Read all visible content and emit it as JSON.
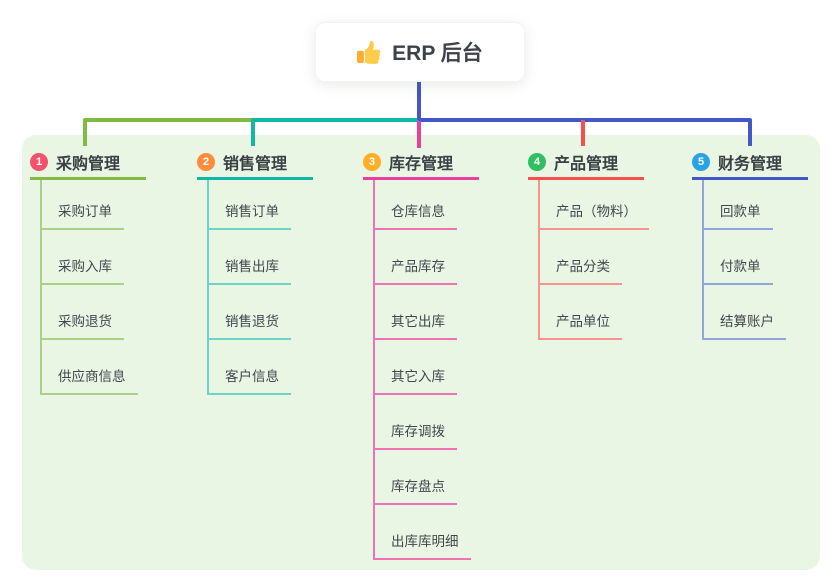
{
  "root": {
    "label": "ERP 后台",
    "icon": "thumbs-up-icon"
  },
  "panel": {
    "background": "#e9f6e3"
  },
  "branches": [
    {
      "number": "1",
      "title": "采购管理",
      "color": "#82bb44",
      "light_color": "#a9d288",
      "badge_color": "#f4516c",
      "children": [
        "采购订单",
        "采购入库",
        "采购退货",
        "供应商信息"
      ]
    },
    {
      "number": "2",
      "title": "销售管理",
      "color": "#12b7a6",
      "light_color": "#6fd2c6",
      "badge_color": "#ff8b3d",
      "children": [
        "销售订单",
        "销售出库",
        "销售退货",
        "客户信息"
      ]
    },
    {
      "number": "3",
      "title": "库存管理",
      "color": "#e8409c",
      "light_color": "#ee73b4",
      "badge_color": "#ffaf27",
      "children": [
        "仓库信息",
        "产品库存",
        "其它出库",
        "其它入库",
        "库存调拨",
        "库存盘点",
        "出库库明细"
      ]
    },
    {
      "number": "4",
      "title": "产品管理",
      "color": "#f5504f",
      "light_color": "#f99390",
      "badge_color": "#31bf62",
      "children": [
        "产品（物料）",
        "产品分类",
        "产品单位"
      ]
    },
    {
      "number": "5",
      "title": "财务管理",
      "color": "#4257c8",
      "light_color": "#8ea6de",
      "badge_color": "#2ba2e3",
      "children": [
        "回款单",
        "付款单",
        "结算账户"
      ]
    }
  ]
}
